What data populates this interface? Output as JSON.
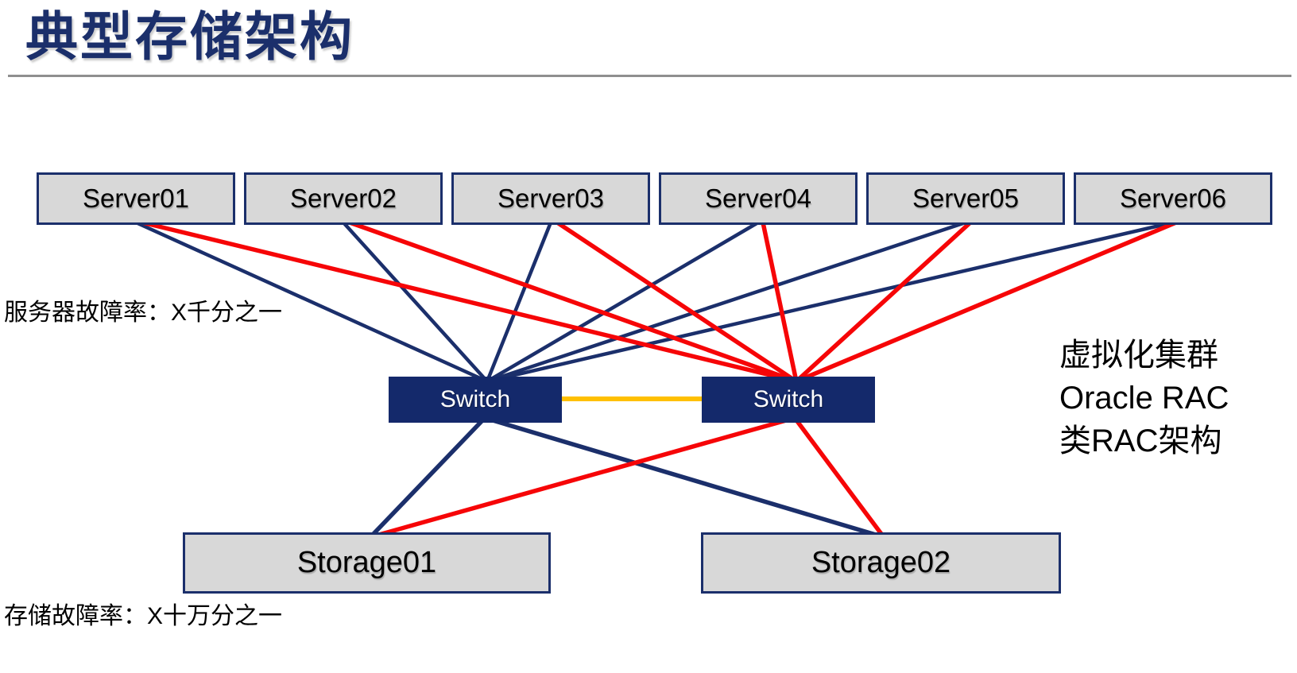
{
  "title": "典型存储架构",
  "nodes": {
    "servers": [
      "Server01",
      "Server02",
      "Server03",
      "Server04",
      "Server05",
      "Server06"
    ],
    "switches": [
      "Switch",
      "Switch"
    ],
    "storages": [
      "Storage01",
      "Storage02"
    ]
  },
  "annotations": {
    "server_failure_rate": "服务器故障率：X千分之一",
    "storage_failure_rate": "存储故障率：X十万分之一",
    "cluster_note": [
      "虚拟化集群",
      "Oracle RAC",
      "类RAC架构"
    ]
  },
  "colors": {
    "navy": "#1b2f6b",
    "red": "#f60507",
    "yellow": "#ffc000",
    "box-fill": "#d8d8d8",
    "divider": "#8f8f8f",
    "ink": "#000000"
  },
  "topology": {
    "links": [
      {
        "from": "Server01",
        "to": "Switch-left",
        "color": "navy"
      },
      {
        "from": "Server02",
        "to": "Switch-left",
        "color": "navy"
      },
      {
        "from": "Server03",
        "to": "Switch-left",
        "color": "navy"
      },
      {
        "from": "Server04",
        "to": "Switch-left",
        "color": "navy"
      },
      {
        "from": "Server05",
        "to": "Switch-left",
        "color": "navy"
      },
      {
        "from": "Server06",
        "to": "Switch-left",
        "color": "navy"
      },
      {
        "from": "Server01",
        "to": "Switch-right",
        "color": "red"
      },
      {
        "from": "Server02",
        "to": "Switch-right",
        "color": "red"
      },
      {
        "from": "Server03",
        "to": "Switch-right",
        "color": "red"
      },
      {
        "from": "Server04",
        "to": "Switch-right",
        "color": "red"
      },
      {
        "from": "Server05",
        "to": "Switch-right",
        "color": "red"
      },
      {
        "from": "Server06",
        "to": "Switch-right",
        "color": "red"
      },
      {
        "from": "Switch-left",
        "to": "Switch-right",
        "color": "yellow"
      },
      {
        "from": "Switch-left",
        "to": "Storage01",
        "color": "navy"
      },
      {
        "from": "Switch-left",
        "to": "Storage02",
        "color": "navy"
      },
      {
        "from": "Switch-right",
        "to": "Storage01",
        "color": "red"
      },
      {
        "from": "Switch-right",
        "to": "Storage02",
        "color": "red"
      }
    ]
  }
}
